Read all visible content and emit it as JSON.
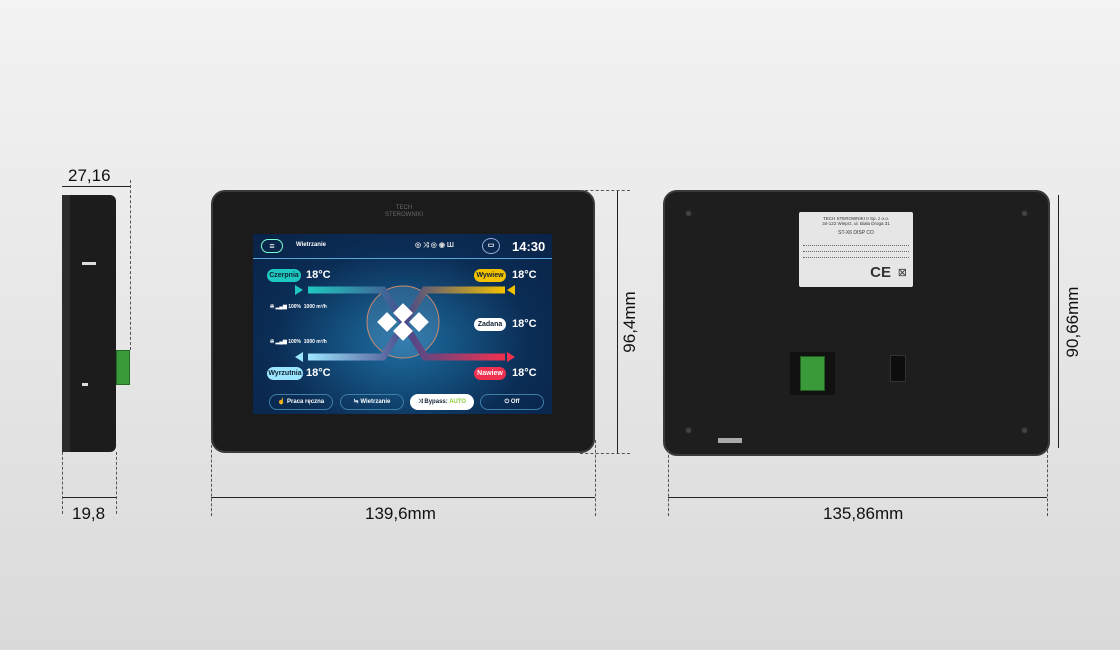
{
  "dimensions": {
    "side_depth": "27,16",
    "side_depth_body": "19,8",
    "front_width": "139,6mm",
    "front_height": "96,4mm",
    "back_width": "135,86mm",
    "back_height": "90,66mm"
  },
  "front": {
    "logo": "TECH STEROWNIKI"
  },
  "screen": {
    "title": "Wietrzanie",
    "time": "14:30",
    "czerpnia": {
      "label": "Czerpnia",
      "temp": "18°C"
    },
    "wywiew": {
      "label": "Wywiew",
      "temp": "18°C"
    },
    "zadana": {
      "label": "Zadana",
      "temp": "18°C"
    },
    "wyrzutnia": {
      "label": "Wyrzutnia",
      "temp": "18°C"
    },
    "nawiew": {
      "label": "Nawiew",
      "temp": "18°C"
    },
    "fan1": {
      "percent": "100%",
      "flow": "1000 m³/h"
    },
    "fan2": {
      "percent": "100%",
      "flow": "1000 m³/h"
    },
    "buttons": {
      "manual": "Praca ręczna",
      "vent": "Wietrzanie",
      "bypass": "Bypass:",
      "bypass_value": "AUTO",
      "off": "Off"
    },
    "colors": {
      "czerpnia": "#1ec8c0",
      "wywiew": "#f2c200",
      "nawiew": "#f0304f",
      "wyrzutnia": "#9de6ff"
    }
  },
  "back_label": {
    "line1": "TECH STEROWNIKI II Sp. z o.o.",
    "line2": "34-122 Wieprz, ul. Biała Droga 31",
    "model": "ST-X6 DISP CO"
  }
}
